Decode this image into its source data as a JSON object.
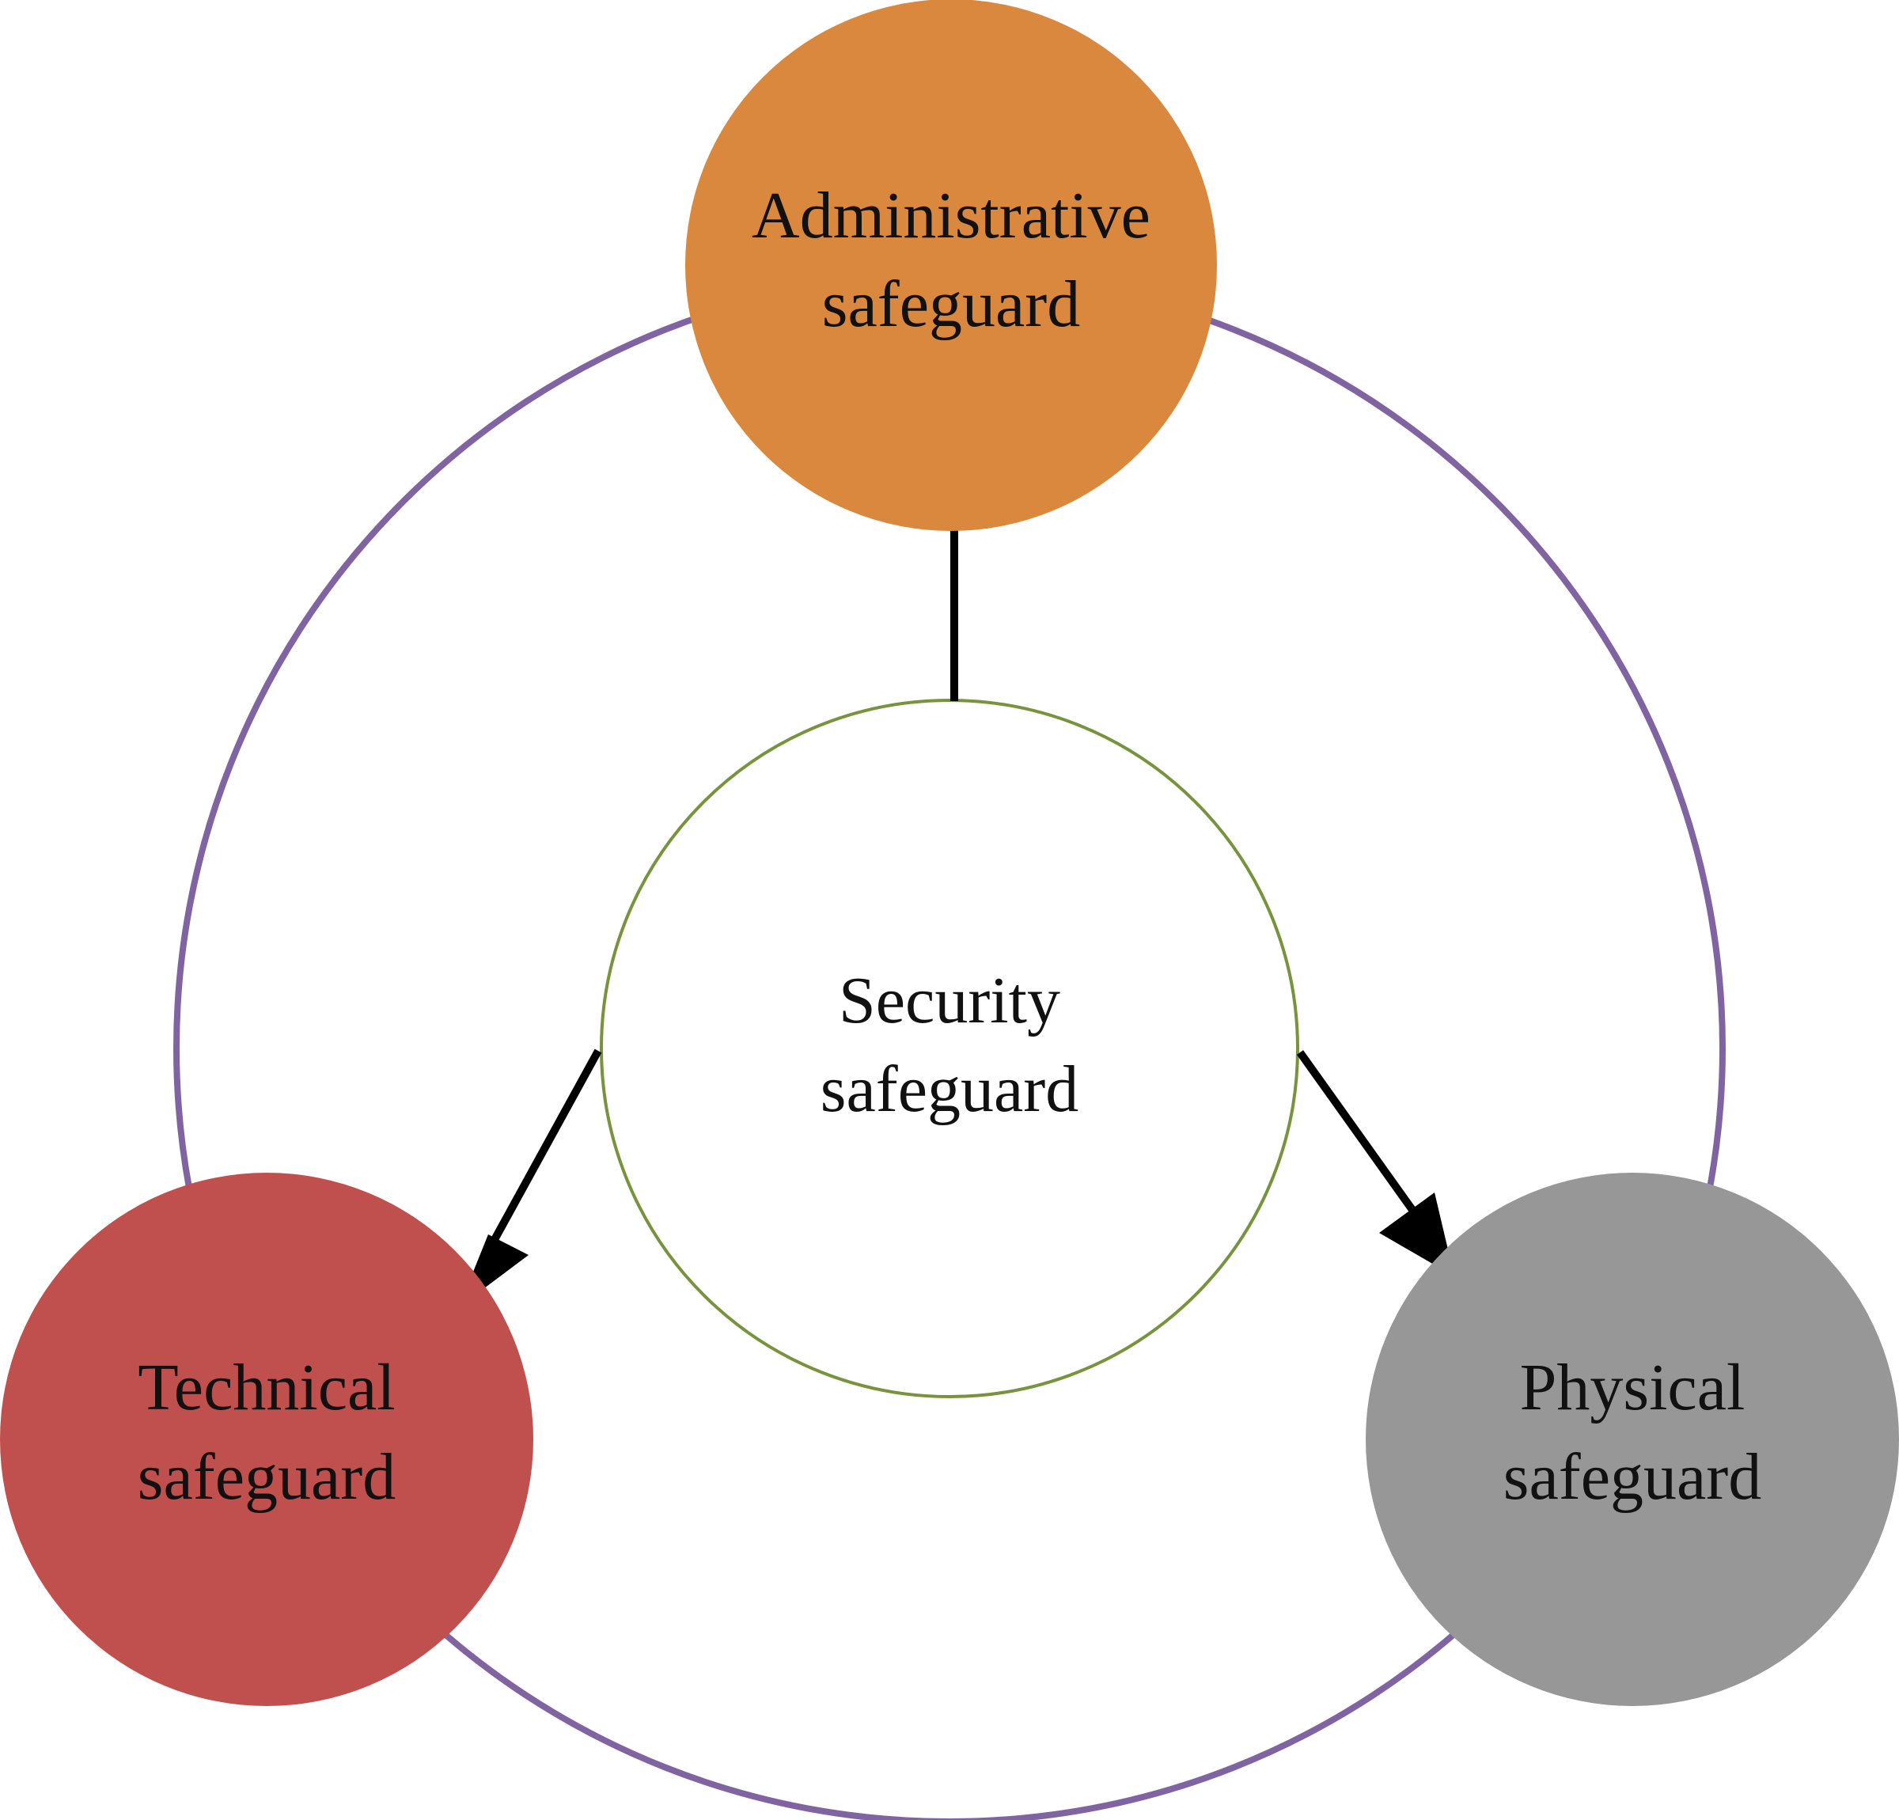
{
  "colors": {
    "outer_ring": "#8064a2",
    "center_ring": "#77933c",
    "administrative": "#d9883d",
    "technical": "#c0504d",
    "physical": "#979797",
    "arrow": "#000000",
    "background": "#ffffff"
  },
  "center": {
    "line1": "Security",
    "line2": "safeguard"
  },
  "administrative": {
    "line1": "Administrative",
    "line2": "safeguard"
  },
  "technical": {
    "line1": "Technical",
    "line2": "safeguard"
  },
  "physical": {
    "line1": "Physical",
    "line2": "safeguard"
  }
}
